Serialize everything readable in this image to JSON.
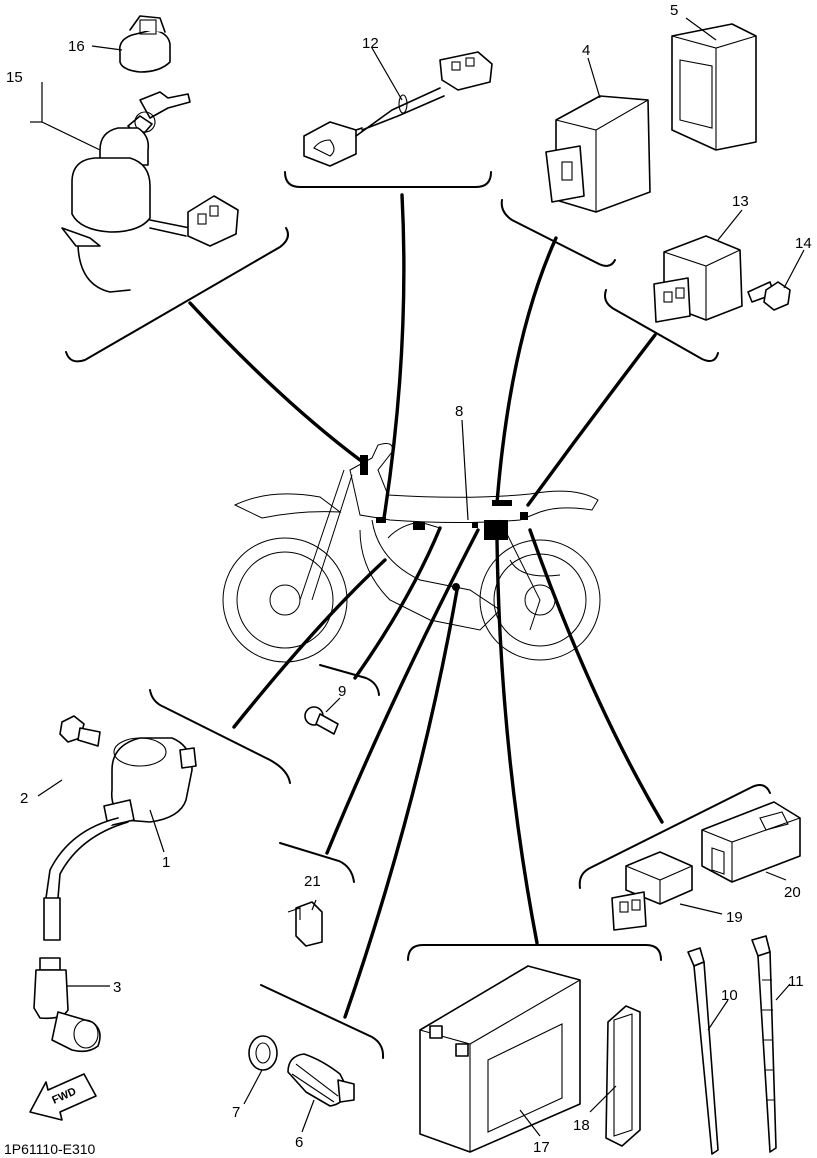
{
  "callouts": {
    "c1": "1",
    "c2": "2",
    "c3": "3",
    "c4": "4",
    "c5": "5",
    "c6": "6",
    "c7": "7",
    "c8": "8",
    "c9": "9",
    "c10": "10",
    "c11": "11",
    "c12": "12",
    "c13": "13",
    "c14": "14",
    "c15": "15",
    "c16": "16",
    "c17": "17",
    "c18": "18",
    "c19": "19",
    "c20": "20",
    "c21": "21"
  },
  "fwd_label": "FWD",
  "diagram_code": "1P61110-E310"
}
